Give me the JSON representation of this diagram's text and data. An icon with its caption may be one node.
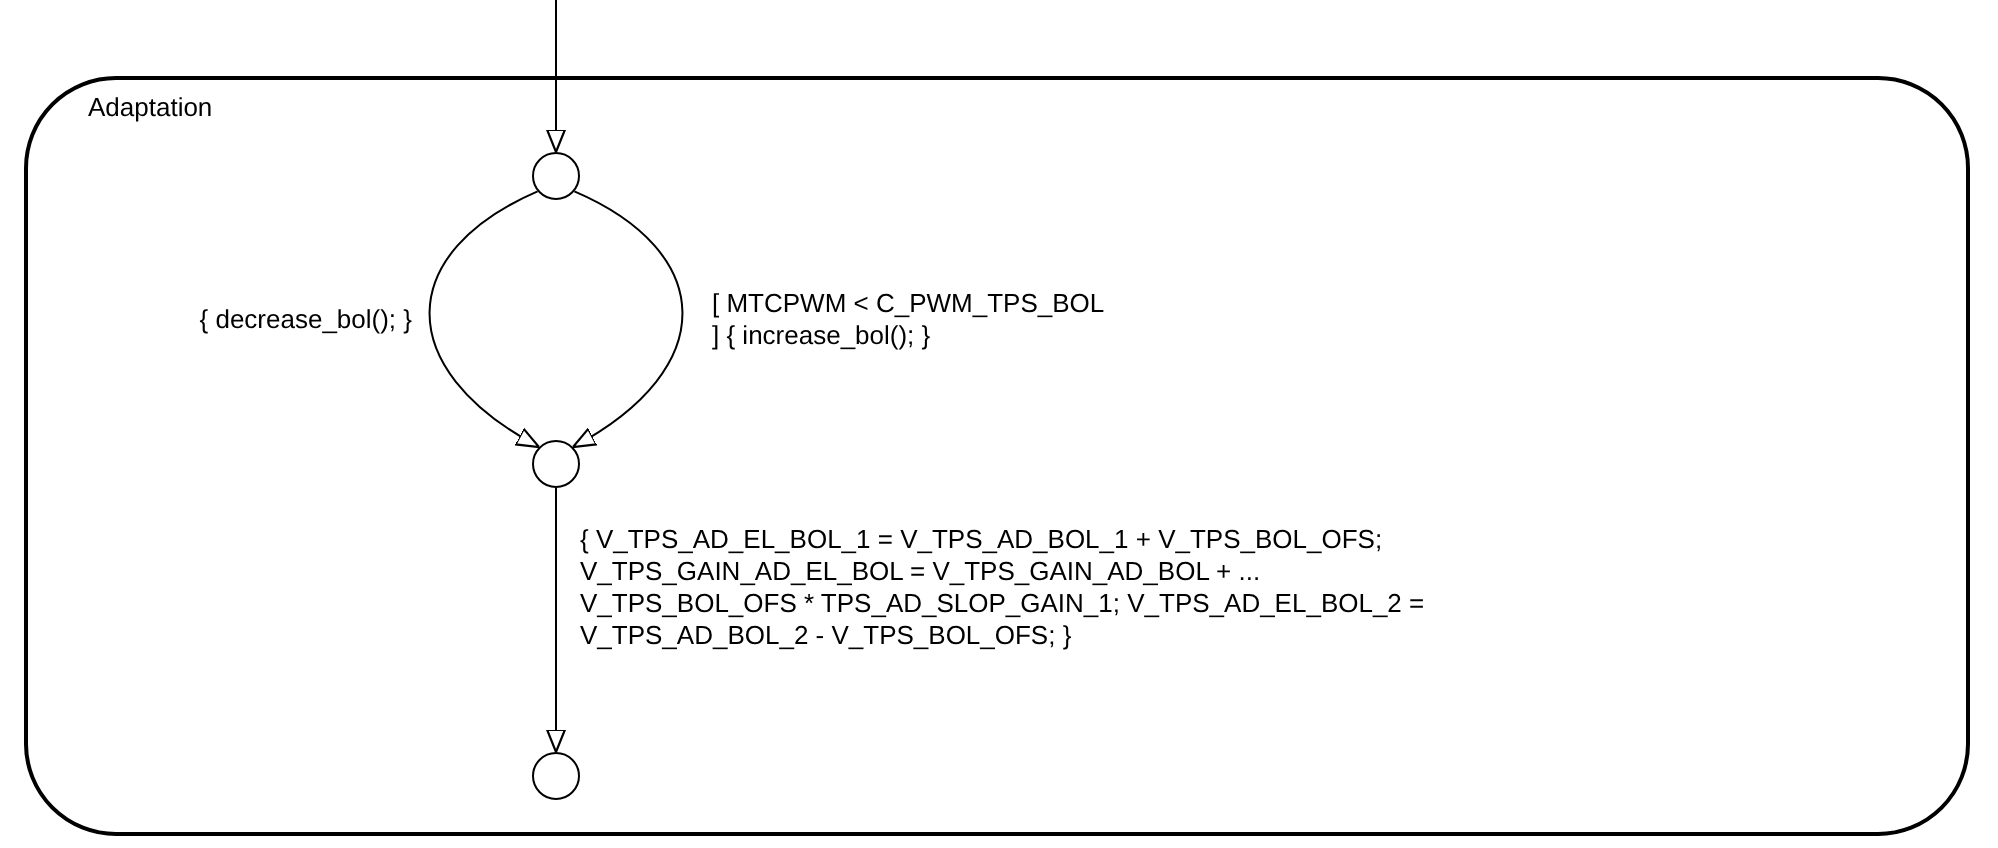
{
  "diagram": {
    "nodes": [
      {
        "text": [
          "Adaptation"
        ]
      },
      {
        "text": [],
        "shape": "circle",
        "in": 0
      },
      {
        "text": [],
        "shape": "circle",
        "in": 0
      },
      {
        "text": [],
        "shape": "circle",
        "in": 0
      }
    ],
    "edges": [
      {
        "from": null,
        "to": 1,
        "arrow": "to"
      },
      {
        "from": 1,
        "to": 2,
        "arrow": "to",
        "label": "{ decrease_bol(); }"
      },
      {
        "from": 1,
        "to": 2,
        "arrow": "to",
        "label": "[ MTCPWM < C_PWM_TPS_BOL ] { increase_bol(); }"
      },
      {
        "from": 2,
        "to": 3,
        "arrow": "to",
        "label": "{ V_TPS_AD_EL_BOL_1 = V_TPS_AD_BOL_1 + V_TPS_BOL_OFS; V_TPS_GAIN_AD_EL_BOL = V_TPS_GAIN_AD_BOL + ... V_TPS_BOL_OFS * TPS_AD_SLOP_GAIN_1; V_TPS_AD_EL_BOL_2 = V_TPS_AD_BOL_2 - V_TPS_BOL_OFS; }"
      }
    ]
  }
}
